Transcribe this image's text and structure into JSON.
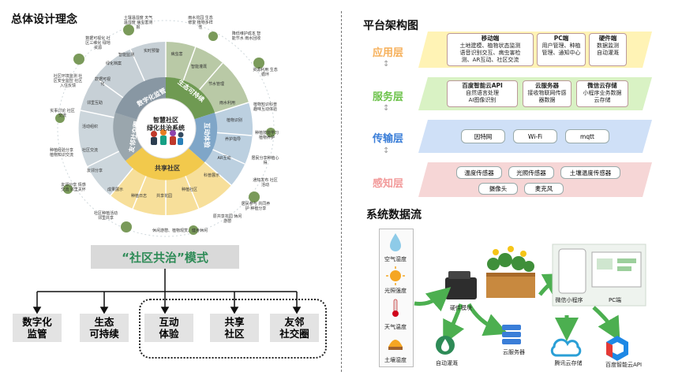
{
  "left": {
    "title": "总体设计理念",
    "wheel": {
      "center_title": "智慧社区",
      "center_subtitle": "绿化共治系统",
      "sectors": [
        "数字化监管",
        "生态可持续",
        "互动体验",
        "共享社区",
        "友邻社交圈"
      ],
      "outer_items": [
        "智能监测",
        "实时预警",
        "病虫害",
        "智能灌溉",
        "节水管理",
        "雨水利用",
        "植物识别",
        "养护指导",
        "AR互动",
        "科普展示",
        "种植社区",
        "共享花园",
        "种植日志",
        "成果展示",
        "友邻分享",
        "社区交流",
        "活动组织",
        "邻里互助",
        "数据可视化",
        "绿化档案"
      ],
      "notes": [
        "土壤温湿度 天气温湿度 病虫害测报",
        "雨水花园 生态修复 植物多样性",
        "降低维护成本 智能节水 雨水回收",
        "资源利用 生态循环",
        "植物知识科普 趣味互动体验",
        "种植技能学习 植物养护",
        "居民分享种植心得",
        "通知发布 社区活动",
        "居民参与 共同养护 种植分享",
        "原共享花园 休闲游憩",
        "休闲游憩、植物观赏、健身休闲",
        "数据可视化 社区三维化 绿地资源",
        "社区环境监测 社区安全监控 社区入住反馈",
        "实事讨论 社区交流",
        "种植经验分享 植物知识交流",
        "友邻分享 情感交流 邻里关怀",
        "社区种植活动 邻里共享"
      ]
    },
    "model_title": "“社区共治”模式",
    "leaves": [
      {
        "label": "数字化\n监管"
      },
      {
        "label": "生态\n可持续"
      },
      {
        "label": "互动\n体验"
      },
      {
        "label": "共享\n社区"
      },
      {
        "label": "友邻\n社交圈"
      }
    ]
  },
  "right": {
    "arch_title": "平台架构图",
    "layers": [
      {
        "name": "应用层",
        "color": "#f6b05a",
        "band": "#fff3b5",
        "boxes": [
          {
            "title": "移动端",
            "lines": [
              "土地建模、植物状态监测",
              "语音识别交互、病虫害检",
              "测、AR互动、社区交流"
            ]
          },
          {
            "title": "PC端",
            "lines": [
              "用户管理、种植",
              "管理、通知中心"
            ]
          },
          {
            "title": "硬件端",
            "lines": [
              "数据监测",
              "自动灌溉"
            ]
          }
        ]
      },
      {
        "name": "服务层",
        "color": "#6cc24a",
        "band": "#d9f2c4",
        "boxes": [
          {
            "title": "百度智能云API",
            "lines": [
              "自然语言处理",
              "AI图像识别"
            ]
          },
          {
            "title": "云服务器",
            "lines": [
              "接收物联网传感",
              "器数据"
            ]
          },
          {
            "title": "微信云存储",
            "lines": [
              "小程序业务数据",
              "云存储"
            ]
          }
        ]
      },
      {
        "name": "传输层",
        "color": "#3a7ed8",
        "band": "#cfe0f7",
        "pills": [
          "因特网",
          "Wi-Fi",
          "mqtt"
        ]
      },
      {
        "name": "感知层",
        "color": "#f29a9a",
        "band": "#f6d6d6",
        "pills": [
          "温度传感器",
          "光照传感器",
          "土壤温度传感器",
          "摄像头",
          "麦克风"
        ]
      }
    ],
    "flow_title": "系统数据流",
    "sensors": [
      "空气湿度",
      "光照强度",
      "天气温度",
      "土壤湿度"
    ],
    "flow_nodes": {
      "hardware": "硬件模块",
      "irrigation": "自动灌溉",
      "cloud_server": "云服务器",
      "mini_program": "微信小程序",
      "pc": "PC端",
      "tencent": "腾讯云存储",
      "baidu": "百度智能云API"
    }
  },
  "colors": {
    "green": "#2e8b57",
    "sector_grey": "#9aa6ad",
    "sector_green": "#6f9a52",
    "sector_blue": "#7fa6c8",
    "sector_yellow": "#f2c94c",
    "sector_blue2": "#9ab3c8"
  }
}
